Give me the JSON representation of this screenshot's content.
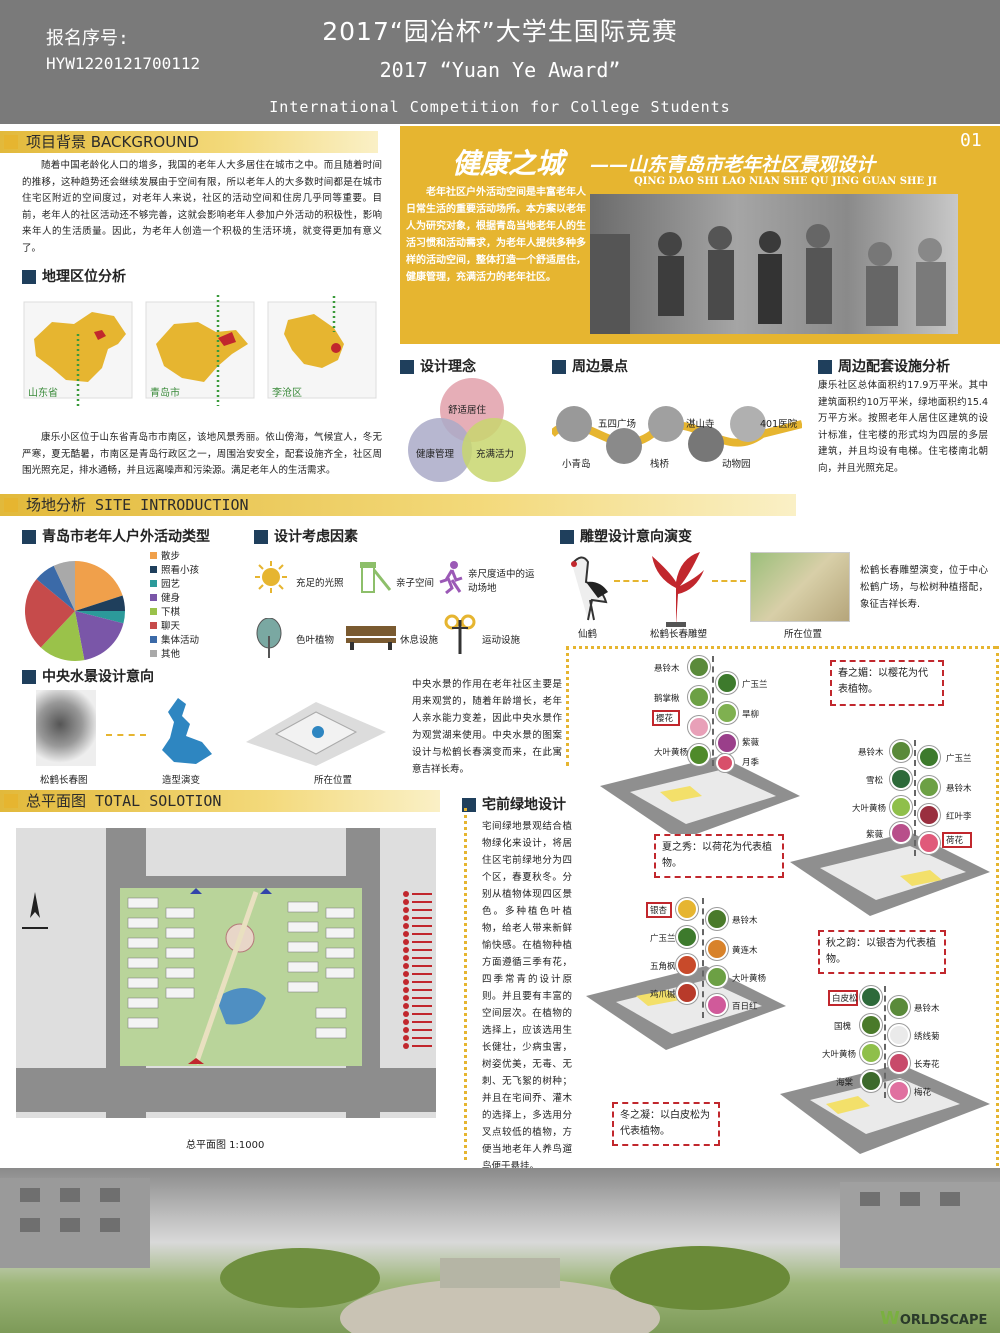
{
  "header": {
    "reg_label": "报名序号:",
    "reg_number": "HYW1220121700112",
    "title_cn": "2017“园冶杯”大学生国际竞赛",
    "title_en": "2017 “Yuan Ye Award”",
    "subtitle_en": "International Competition for College Students"
  },
  "banner": {
    "title_cn": "健康之城",
    "title_sub": "——山东青岛市老年社区景观设计",
    "pinyin": "QING DAO SHI LAO NIAN SHE QU JING GUAN SHE JI",
    "page_no": "01",
    "text": "老年社区户外活动空间是丰富老年人日常生活的重要活动场所。本方案以老年人为研究对象，根据青岛当地老年人的生活习惯和活动需求，为老年人提供多种多样的活动空间，整体打造一个舒适居住，健康管理，充满活力的老年社区。"
  },
  "background": {
    "heading": "项目背景 BACKGROUND",
    "text": "随着中国老龄化人口的增多，我国的老年人大多居住在城市之中。而且随着时间的推移，这种趋势还会继续发展由于空间有限，所以老年人的大多数时间都是在城市住宅区附近的空间度过，对老年人来说，社区的活动空间和住房几乎同等重要。目前，老年人的社区活动还不够完善，这就会影响老年人参加户外活动的积极性，影响来年人的生活质量。因此，为老年人创造一个积极的生活环境，就变得更加有意义了。"
  },
  "location": {
    "heading": "地理区位分析",
    "map_labels": [
      "山东省",
      "青岛市",
      "李沧区"
    ],
    "text": "康乐小区位于山东省青岛市市南区，该地风景秀丽。依山傍海，气候宜人，冬无严寒，夏无酷暑，市南区是青岛行政区之一，周围治安安全，配套设施齐全，社区周围光照充足，排水通畅，并且远离噪声和污染源。满足老年人的生活需求。"
  },
  "concept": {
    "heading": "设计理念",
    "circles": [
      "舒适居住",
      "健康管理",
      "充满活力"
    ]
  },
  "scenic": {
    "heading": "周边景点",
    "spots": [
      "五四广场",
      "湛山寺",
      "401医院",
      "小青岛",
      "栈桥",
      "动物园"
    ]
  },
  "facilities": {
    "heading": "周边配套设施分析",
    "text": "康乐社区总体面积约17.9万平米。其中建筑面积约10万平米，绿地面积约15.4万平方米。按照老年人居住区建筑的设计标准，住宅楼的形式均为四层的多层建筑，并且均设有电梯。住宅楼南北朝向，并且光照充足。"
  },
  "site": {
    "heading": "场地分析 SITE INTRODUCTION"
  },
  "activity": {
    "heading": "青岛市老年人户外活动类型",
    "legend": [
      "散步",
      "照看小孩",
      "园艺",
      "健身",
      "下棋",
      "聊天",
      "集体活动",
      "其他"
    ],
    "colors": [
      "#f0a04b",
      "#1f3f5c",
      "#2c9a9a",
      "#7a56a8",
      "#9ac24a",
      "#c64b4b",
      "#3b6aa8",
      "#a9a9a9"
    ]
  },
  "chart_data": {
    "type": "pie",
    "categories": [
      "散步",
      "照看小孩",
      "园艺",
      "健身",
      "下棋",
      "聊天",
      "集体活动",
      "其他"
    ],
    "values": [
      20,
      5,
      4,
      18,
      15,
      24,
      7,
      7
    ]
  },
  "factors": {
    "heading": "设计考虑因素",
    "items": [
      "充足的光照",
      "亲子空间",
      "亲尺度适中的运动场地",
      "色叶植物",
      "休息设施",
      "运动设施"
    ]
  },
  "sculpture": {
    "heading": "雕塑设计意向演变",
    "labels": [
      "仙鹤",
      "松鹤长春雕塑",
      "所在位置"
    ],
    "text": "松鹤长春雕塑演变，位于中心松鹤广场，与松树种植搭配，象征吉祥长寿."
  },
  "water": {
    "heading": "中央水景设计意向",
    "labels": [
      "松鹤长春图",
      "造型演变",
      "所在位置"
    ],
    "text": "中央水景的作用在老年社区主要是用来观赏的，随着年龄增长，老年人亲水能力变差，因此中央水景作为观赏湖来使用。中央水景的图案设计与松鹤长春演变而来，在此寓意吉祥长寿。"
  },
  "plan": {
    "heading": "总平面图 TOTAL SOLOTION",
    "caption": "总平面图   1:1000"
  },
  "front_yard": {
    "heading": "宅前绿地设计",
    "text": "宅间绿地景观结合植物绿化来设计，将居住区宅前绿地分为四个区，春夏秋冬。分别从植物体现四区景色。多种植色叶植物，给老人带来新鲜愉快感。在植物种植方面遵循三季有花，四季常青的设计原则。并且要有丰富的空间层次。在植物的选择上，应该选用生长健壮，少病虫害，树姿优美，无毒、无刺、无飞絮的树种；并且在宅间乔、灌木的选择上，多选用分叉点较低的植物，方便当地老年人养鸟遛鸟便于悬挂。"
  },
  "seasons": {
    "spring": {
      "text": "春之媚：以樱花为代表植物。",
      "plants": [
        "悬铃木",
        "广玉兰",
        "鹅掌楸",
        "旱柳",
        "樱花",
        "紫薇",
        "大叶黄杨",
        "月季"
      ]
    },
    "summer": {
      "text": "夏之秀：以荷花为代表植物。",
      "plants": [
        "悬铃木",
        "广玉兰",
        "雪松",
        "悬铃木",
        "大叶黄杨",
        "红叶李",
        "紫薇",
        "荷花"
      ]
    },
    "autumn": {
      "text": "秋之韵：以银杏为代表植物。",
      "plants": [
        "银杏",
        "悬铃木",
        "广玉兰",
        "黄连木",
        "五角枫",
        "大叶黄杨",
        "鸡爪槭",
        "百日红"
      ]
    },
    "winter": {
      "text": "冬之凝：以白皮松为代表植物。",
      "plants": [
        "白皮松",
        "悬铃木",
        "国槐",
        "绣线菊",
        "大叶黄杨",
        "长寿花",
        "海棠",
        "梅花"
      ]
    }
  },
  "footer": {
    "logo_text": "ORLDSCAPE"
  }
}
